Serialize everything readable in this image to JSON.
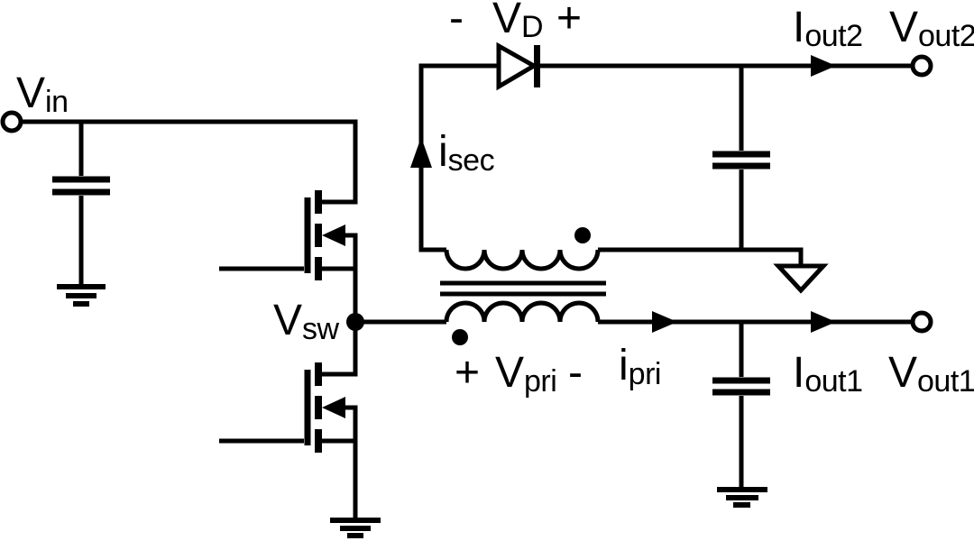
{
  "colors": {
    "line": "#000000",
    "background": "#ffffff"
  },
  "labels": {
    "v_in": {
      "main": "V",
      "sub": "in"
    },
    "v_d": {
      "prefix": "-",
      "main": "V",
      "sub": "D",
      "suffix": "+"
    },
    "i_sec": {
      "main": "i",
      "sub": "sec"
    },
    "i_out2": {
      "main": "I",
      "sub": "out2"
    },
    "v_out2": {
      "main": "V",
      "sub": "out2"
    },
    "v_sw": {
      "main": "V",
      "sub": "sw"
    },
    "v_pri": {
      "prefix": "+",
      "main": "V",
      "sub": "pri",
      "suffix": "-"
    },
    "i_pri": {
      "main": "i",
      "sub": "pri"
    },
    "i_out1": {
      "main": "I",
      "sub": "out1"
    },
    "v_out1": {
      "main": "V",
      "sub": "out1"
    }
  }
}
